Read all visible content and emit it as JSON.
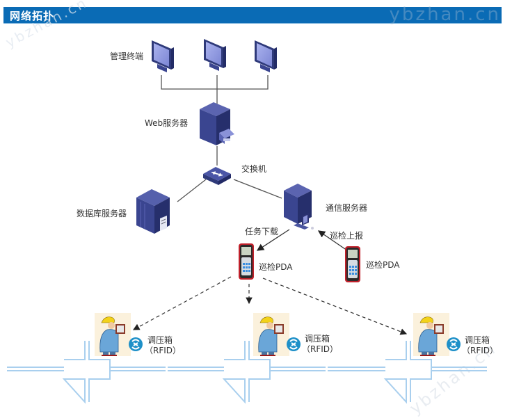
{
  "header": {
    "title": "网络拓扑",
    "watermark": "ybzhan.cn"
  },
  "colors": {
    "header_bg": "#0a6bb5",
    "device_dark": "#2f3a7a",
    "device_mid": "#4a55a0",
    "screen": "#8f9ae0",
    "pipe": "#a9cfee",
    "pda_red": "#c0202a",
    "worker_blue": "#6aa6d8",
    "helmet": "#f3d21a",
    "rfid_blue": "#1e90c8"
  },
  "nodes": {
    "terminals": {
      "label": "管理终端",
      "count": 3,
      "icon": "monitor-icon"
    },
    "web_server": {
      "label": "Web服务器",
      "icon": "server-tower-icon"
    },
    "switch": {
      "label": "交换机",
      "icon": "network-switch-icon"
    },
    "db_server": {
      "label": "数据库服务器",
      "icon": "database-server-icon"
    },
    "comm_server": {
      "label": "通信服务器",
      "icon": "server-tower-icon"
    },
    "pda_left": {
      "label": "巡检PDA",
      "icon": "handheld-pda-icon"
    },
    "pda_right": {
      "label": "巡检PDA",
      "icon": "handheld-pda-icon"
    }
  },
  "edges": {
    "download": "任务下载",
    "upload": "巡检上报"
  },
  "stations": [
    {
      "label": "调压箱",
      "sub": "（RFID）",
      "icon": "rfid-tag-icon"
    },
    {
      "label": "调压箱",
      "sub": "（RFID）",
      "icon": "rfid-tag-icon"
    },
    {
      "label": "调压箱",
      "sub": "（RFID）",
      "icon": "rfid-tag-icon"
    }
  ]
}
